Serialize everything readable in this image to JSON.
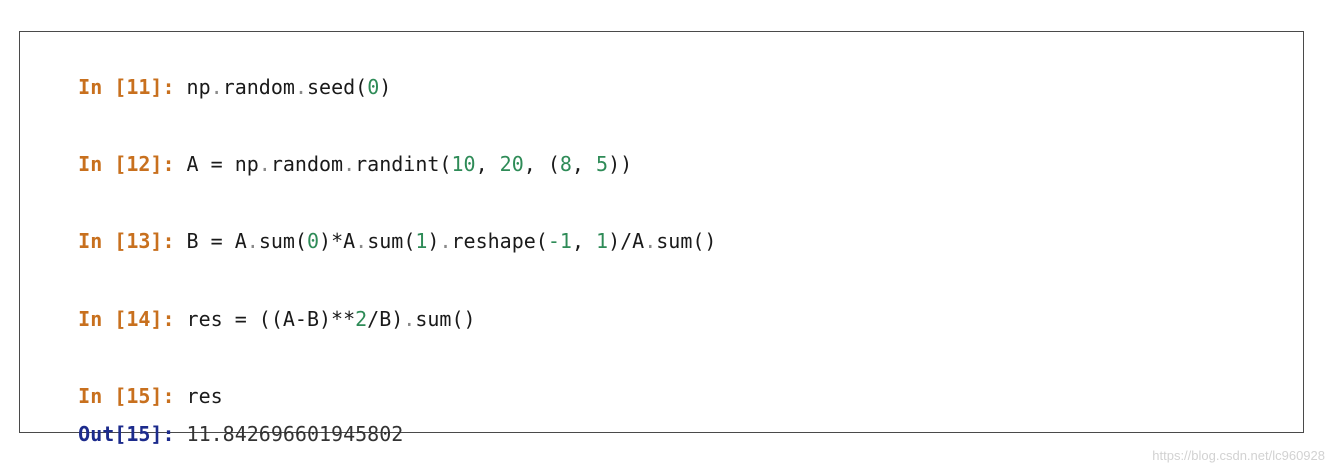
{
  "cells": [
    {
      "prompt": "In [11]:",
      "tokens": [
        {
          "t": "np",
          "k": "n"
        },
        {
          "t": ".",
          "k": "op"
        },
        {
          "t": "random",
          "k": "n"
        },
        {
          "t": ".",
          "k": "op"
        },
        {
          "t": "seed(",
          "k": "n"
        },
        {
          "t": "0",
          "k": "num"
        },
        {
          "t": ")",
          "k": "n"
        }
      ]
    },
    {
      "prompt": "In [12]:",
      "tokens": [
        {
          "t": "A = np",
          "k": "n"
        },
        {
          "t": ".",
          "k": "op"
        },
        {
          "t": "random",
          "k": "n"
        },
        {
          "t": ".",
          "k": "op"
        },
        {
          "t": "randint(",
          "k": "n"
        },
        {
          "t": "10",
          "k": "num"
        },
        {
          "t": ", ",
          "k": "n"
        },
        {
          "t": "20",
          "k": "num"
        },
        {
          "t": ", (",
          "k": "n"
        },
        {
          "t": "8",
          "k": "num"
        },
        {
          "t": ", ",
          "k": "n"
        },
        {
          "t": "5",
          "k": "num"
        },
        {
          "t": "))",
          "k": "n"
        }
      ]
    },
    {
      "prompt": "In [13]:",
      "tokens": [
        {
          "t": "B = A",
          "k": "n"
        },
        {
          "t": ".",
          "k": "op"
        },
        {
          "t": "sum(",
          "k": "n"
        },
        {
          "t": "0",
          "k": "num"
        },
        {
          "t": ")*A",
          "k": "n"
        },
        {
          "t": ".",
          "k": "op"
        },
        {
          "t": "sum(",
          "k": "n"
        },
        {
          "t": "1",
          "k": "num"
        },
        {
          "t": ")",
          "k": "n"
        },
        {
          "t": ".",
          "k": "op"
        },
        {
          "t": "reshape(",
          "k": "n"
        },
        {
          "t": "-1",
          "k": "num"
        },
        {
          "t": ", ",
          "k": "n"
        },
        {
          "t": "1",
          "k": "num"
        },
        {
          "t": ")/A",
          "k": "n"
        },
        {
          "t": ".",
          "k": "op"
        },
        {
          "t": "sum()",
          "k": "n"
        }
      ]
    },
    {
      "prompt": "In [14]:",
      "tokens": [
        {
          "t": "res = ((A-B)**",
          "k": "n"
        },
        {
          "t": "2",
          "k": "num"
        },
        {
          "t": "/B)",
          "k": "n"
        },
        {
          "t": ".",
          "k": "op"
        },
        {
          "t": "sum()",
          "k": "n"
        }
      ]
    },
    {
      "prompt": "In [15]:",
      "tokens": [
        {
          "t": "res",
          "k": "n"
        }
      ]
    }
  ],
  "output": {
    "prompt": "Out[15]:",
    "value": "11.842696601945802"
  },
  "watermark": "https://blog.csdn.net/lc960928",
  "colors": {
    "in_prompt": "#c8701e",
    "out_prompt": "#1c2b8c",
    "number": "#2e8b57"
  }
}
